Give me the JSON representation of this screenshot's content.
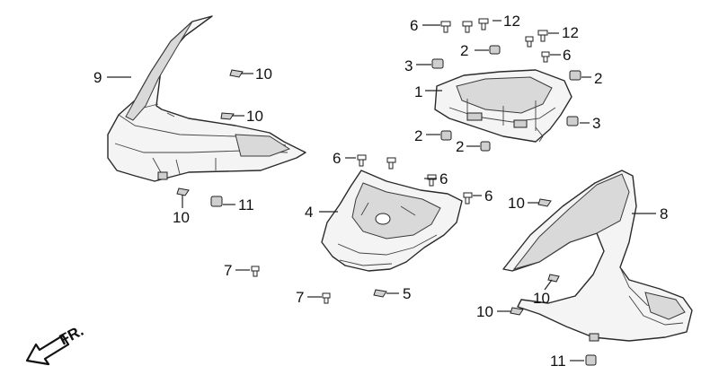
{
  "callouts": {
    "c1": "1",
    "c2a": "2",
    "c2b": "2",
    "c2c": "2",
    "c2d": "2",
    "c3a": "3",
    "c3b": "3",
    "c4": "4",
    "c5": "5",
    "c6a": "6",
    "c6b": "6",
    "c6c": "6",
    "c6d": "6",
    "c6e": "6",
    "c7a": "7",
    "c7b": "7",
    "c8": "8",
    "c9": "9",
    "c10a": "10",
    "c10b": "10",
    "c10c": "10",
    "c10d": "10",
    "c10e": "10",
    "c10f": "10",
    "c11a": "11",
    "c11b": "11",
    "c12a": "12",
    "c12b": "12"
  },
  "direction_label": "FR.",
  "icons": {
    "direction": "front-arrow-icon"
  }
}
